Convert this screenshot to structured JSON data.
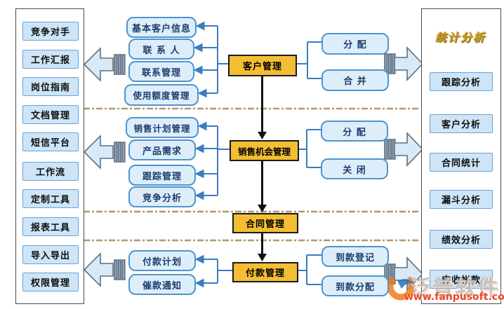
{
  "left_panel": {
    "items": [
      "竞争对手",
      "工作汇报",
      "岗位指南",
      "文档管理",
      "短信平台",
      "工作流",
      "定制工具",
      "报表工具",
      "导入导出",
      "权限管理"
    ]
  },
  "flow": {
    "stages": [
      {
        "name": "客户管理",
        "children": [
          "基本客户信息",
          "联 系 人",
          "联系管理",
          "使用额度管理"
        ],
        "actions": [
          "分  配",
          "合  并"
        ]
      },
      {
        "name": "销售机会管理",
        "children": [
          "销售计划管理",
          "产品需求",
          "跟踪管理",
          "竞争分析"
        ],
        "actions": [
          "分  配",
          "关  闭"
        ]
      },
      {
        "name": "合同管理",
        "children": [],
        "actions": []
      },
      {
        "name": "付款管理",
        "children": [
          "付款计划",
          "催款通知"
        ],
        "actions": [
          "到款登记",
          "到款分配"
        ]
      }
    ]
  },
  "right_panel": {
    "title": "统计分析",
    "items": [
      "跟踪分析",
      "客户分析",
      "合同统计",
      "漏斗分析",
      "绩效分析",
      "应收帐款"
    ]
  },
  "watermark": {
    "brand": "泛普软件",
    "url": "www.fanpusoft.com"
  },
  "colors": {
    "stage_fill": "#F3BE33",
    "child_fill": "#DDEEFA",
    "child_border": "#4F94CD",
    "child_text": "#1B3C6D",
    "panel_item_fill": "#CDE5F7",
    "connector_blue": "#3A7CBF",
    "flow_arrow_black": "#111111",
    "dashed_separator": "#B3986B",
    "title_gold": "#C79B2E",
    "watermark_url_red": "#E8472A"
  }
}
